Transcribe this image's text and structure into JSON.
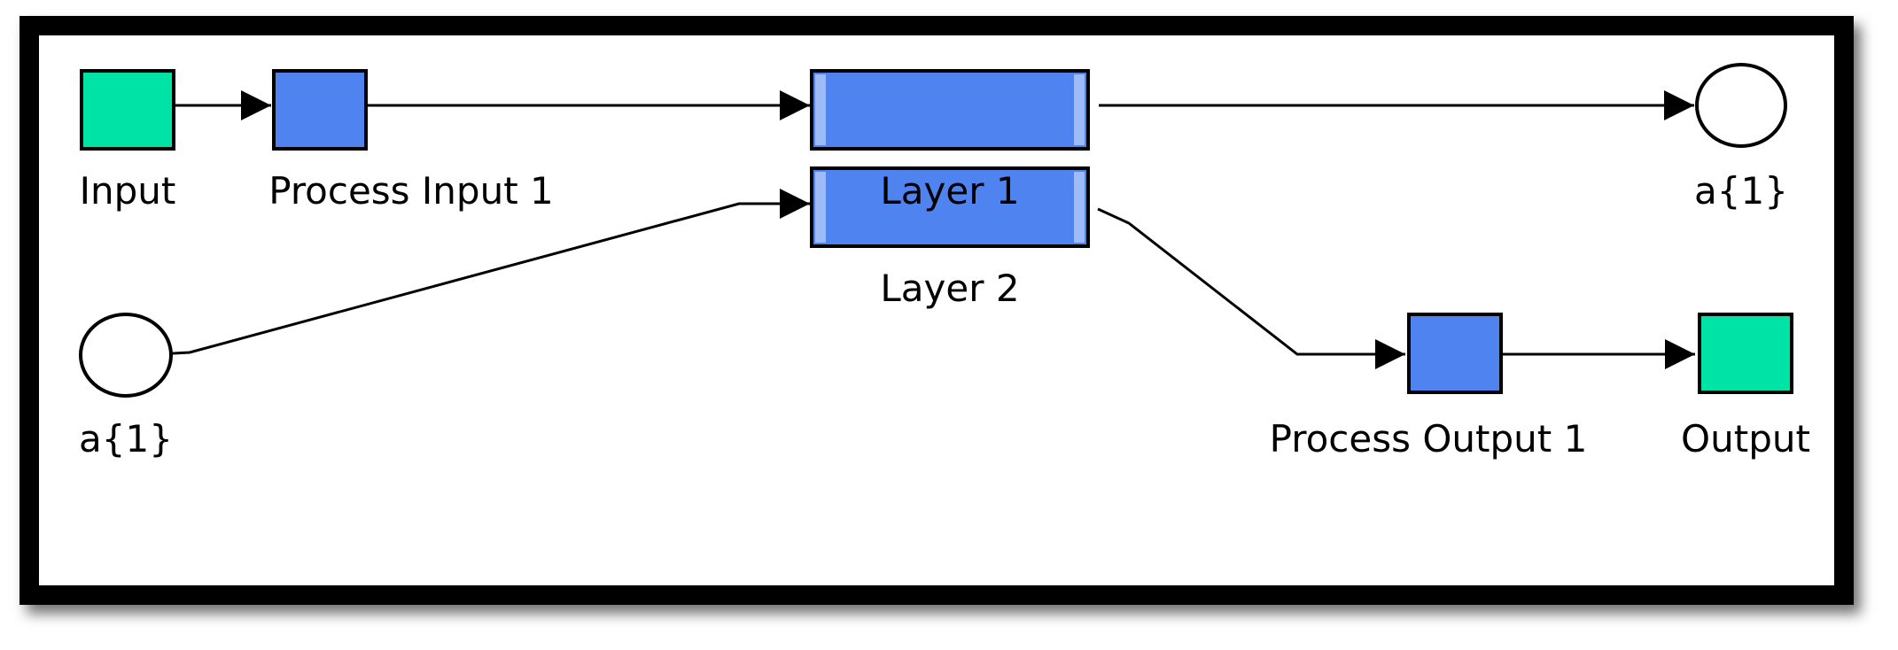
{
  "colors": {
    "io_block": "#00e3a6",
    "process_block": "#4f83f0",
    "frame": "#000000",
    "line": "#000000"
  },
  "nodes": {
    "input": {
      "label": "Input",
      "shape": "square"
    },
    "process_input_1": {
      "label": "Process Input 1",
      "shape": "square"
    },
    "layer_1": {
      "label": "Layer 1",
      "shape": "wide-block"
    },
    "a1_top": {
      "label": "a{1}",
      "shape": "circle"
    },
    "layer_2": {
      "label": "Layer 2",
      "shape": "wide-block"
    },
    "a1_bottom": {
      "label": "a{1}",
      "shape": "circle"
    },
    "process_output_1": {
      "label": "Process Output 1",
      "shape": "square"
    },
    "output": {
      "label": "Output",
      "shape": "square"
    }
  },
  "edges": [
    {
      "from": "input",
      "to": "process_input_1"
    },
    {
      "from": "process_input_1",
      "to": "layer_1"
    },
    {
      "from": "layer_1",
      "to": "a1_top"
    },
    {
      "from": "a1_bottom",
      "to": "layer_2"
    },
    {
      "from": "layer_2",
      "to": "process_output_1"
    },
    {
      "from": "process_output_1",
      "to": "output"
    }
  ]
}
